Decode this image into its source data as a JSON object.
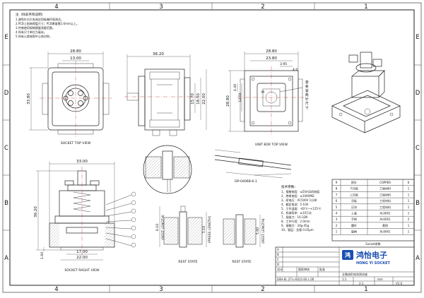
{
  "border": {
    "zones_top": [
      "4",
      "3",
      "2",
      "1"
    ],
    "zones_bottom": [
      "4",
      "3",
      "2",
      "1"
    ],
    "zones_left": [
      "E",
      "D",
      "C",
      "B",
      "A"
    ],
    "zones_right": [
      "E",
      "D",
      "C",
      "B",
      "A"
    ]
  },
  "notes": {
    "title": "注（除非另有说明）",
    "lines": [
      "1.避免针对大电流应用极端环境测试。",
      "2.PCB上贴装焊盘尺寸；PCB厚度需1.6mm以上。",
      "3.传感使用规格模量测量范围。",
      "4.所有尺寸单位为毫米。",
      "5.所有公差按照中心线对称。"
    ]
  },
  "views": {
    "top_view": {
      "label": "SOCKET TOP VIEW",
      "dims": [
        "28.80",
        "13.00",
        "33.80"
      ]
    },
    "side_view": {
      "dims": [
        "36.20",
        "15.70",
        "18.50",
        "22.00"
      ]
    },
    "unit_box": {
      "label": "UNIT BOX TOP VIEW",
      "dims": [
        "28.80",
        "23.80",
        "3.95",
        "4.0",
        "28.80",
        "4.40",
        "12.50"
      ],
      "note": "需要容两针尺寸"
    },
    "detail": {
      "label": "DP-0406B-6.1"
    },
    "front_view": {
      "label": "SOCKET RAGHT VIEW",
      "dims": [
        "33.00",
        "36.20",
        "1.60",
        "17.00",
        "22.00"
      ]
    },
    "rest_state_1": {
      "label": "REST STATE",
      "dim": "6.10",
      "sub": "(REST LENGTH)"
    },
    "rest_state_2": {
      "label": "REST STATE",
      "dim": "5.60",
      "sub": "(REST LENGTH)"
    },
    "press_state": {
      "dim": "5.10",
      "sub": "(PRESS LENGTH)"
    }
  },
  "specs": {
    "title": "技术参数：",
    "lines": [
      "1、接触电阻：≤50mΩ初始值",
      "2、绝缘电阻：≥1000MΩ",
      "3、耐电压：AC500V 1分钟",
      "4、额定电流：5-10A",
      "5、工作温度：-40℃~+125℃",
      "6、机械寿命：≥10万次",
      "7、插拔力：16-32N",
      "8、工作行程：2.0mm",
      "9、接触力：30g-45g",
      "10、镀层：金镀 0.05μm"
    ]
  },
  "bom": {
    "rows": [
      {
        "no": "9",
        "name": "探针",
        "material": "COPPER",
        "qty": "6"
      },
      {
        "no": "8",
        "name": "下压板",
        "material": "工程材料",
        "qty": "1"
      },
      {
        "no": "7",
        "name": "上压板",
        "material": "工程材料",
        "qty": "1"
      },
      {
        "no": "6",
        "name": "浮板",
        "material": "工程材料",
        "qty": "1"
      },
      {
        "no": "5",
        "name": "压块",
        "material": "工程材料",
        "qty": "1"
      },
      {
        "no": "4",
        "name": "上盖",
        "material": "AL6061",
        "qty": "1"
      },
      {
        "no": "3",
        "name": "手柄",
        "material": "AL6061",
        "qty": "2"
      },
      {
        "no": "2",
        "name": "螺杆",
        "material": "黄铜",
        "qty": "1"
      },
      {
        "no": "1",
        "name": "旋柄",
        "material": "AL6061",
        "qty": "1"
      }
    ],
    "header": "Socket参数"
  },
  "title_block": {
    "revs": [
      "A",
      "B",
      "C",
      "D"
    ],
    "cells": [
      "设计",
      "图纸审核",
      "批准"
    ],
    "company_cn": "鸿怡电子",
    "company_en": "HONG YI SOCKET",
    "drawing_name": "全属成形电池测试座",
    "drawing_no": "SXH-EL 27-L-6013 E0 L 00",
    "scale": "1:1",
    "unit": "mm",
    "sheet": "2-1",
    "version": "V1.0"
  }
}
